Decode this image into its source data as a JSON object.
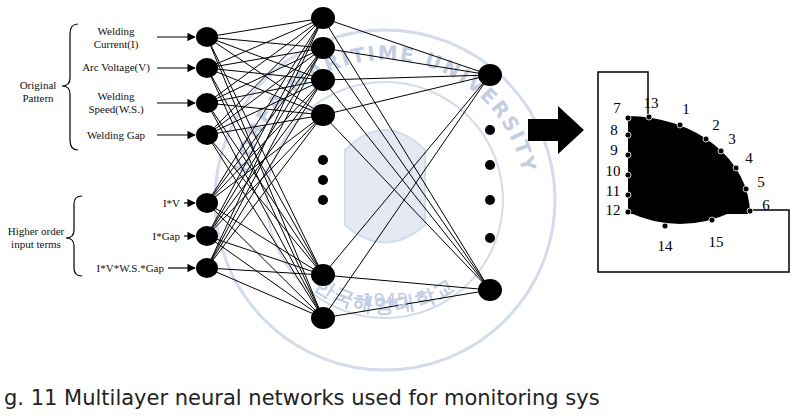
{
  "diagram": {
    "caption": "g. 11 Multilayer neural networks used for monitoring sys",
    "labels": [
      "Original Pattern",
      "Welding Current(I)",
      "Arc Voltage(V)",
      "Welding Speed(W.S.)",
      "Welding Gap",
      "Higher order input terms",
      "I*V",
      "I*Gap",
      "I*V*W.S.*Gap",
      "1",
      "2",
      "3",
      "4",
      "5",
      "6",
      "7",
      "8",
      "9",
      "10",
      "11",
      "12",
      "13",
      "14",
      "15",
      "KOREA MARITIME UNIVERSITY",
      "1945",
      "한국해양대학교"
    ]
  }
}
